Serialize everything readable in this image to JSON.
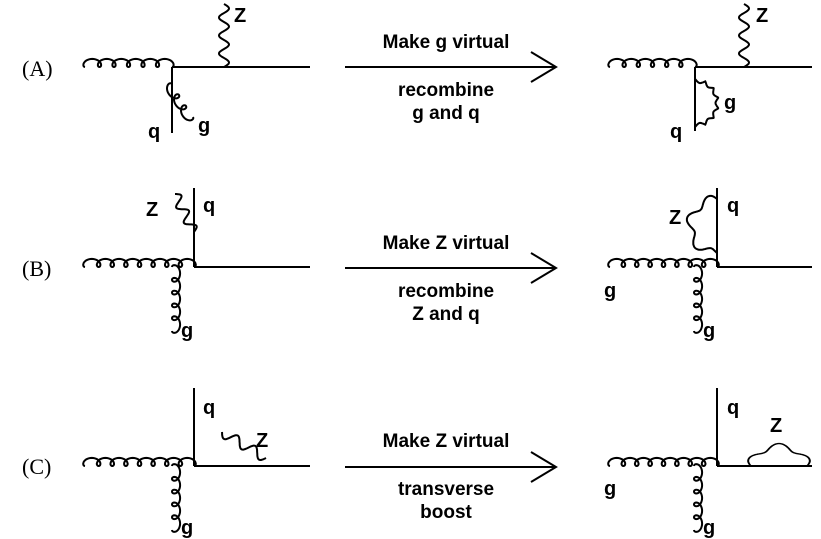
{
  "rows": [
    {
      "id": "A",
      "label": "(A)",
      "arrow_top": "Make g virtual",
      "arrow_bottom": [
        "recombine",
        "g and q"
      ],
      "left": {
        "z": "Z",
        "q": "q",
        "g": "g"
      },
      "right": {
        "z": "Z",
        "q": "q",
        "g": "g"
      }
    },
    {
      "id": "B",
      "label": "(B)",
      "arrow_top": "Make Z virtual",
      "arrow_bottom": [
        "recombine",
        "Z and q"
      ],
      "left": {
        "z": "Z",
        "q": "q",
        "g": "g"
      },
      "right": {
        "z": "Z",
        "q": "q",
        "g1": "g",
        "g2": "g"
      }
    },
    {
      "id": "C",
      "label": "(C)",
      "arrow_top": "Make Z virtual",
      "arrow_bottom": [
        "transverse",
        "boost"
      ],
      "left": {
        "z": "Z",
        "q": "q",
        "g": "g"
      },
      "right": {
        "z": "Z",
        "q": "q",
        "g1": "g",
        "g2": "g"
      }
    }
  ]
}
